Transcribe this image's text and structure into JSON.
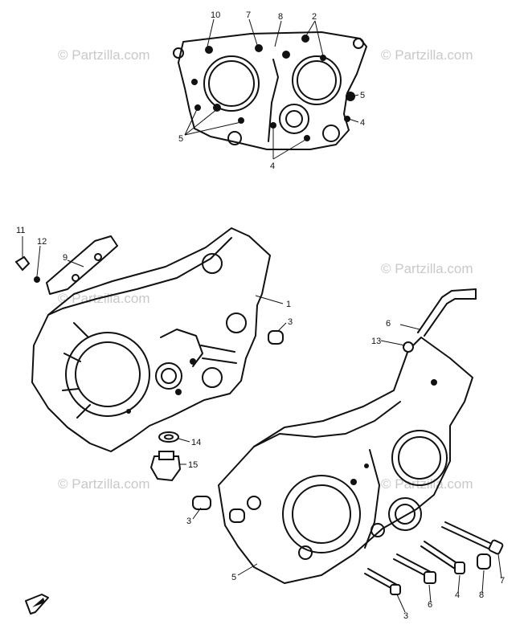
{
  "diagram": {
    "watermark": "© Partzilla.com",
    "callouts": [
      "1",
      "2",
      "3",
      "3",
      "4",
      "4",
      "4",
      "5",
      "5",
      "5",
      "6",
      "6",
      "7",
      "7",
      "8",
      "8",
      "9",
      "10",
      "11",
      "12",
      "13",
      "14",
      "15"
    ],
    "colors": {
      "ink": "#111111",
      "watermark": "#c9c9c9",
      "background": "#ffffff"
    }
  }
}
